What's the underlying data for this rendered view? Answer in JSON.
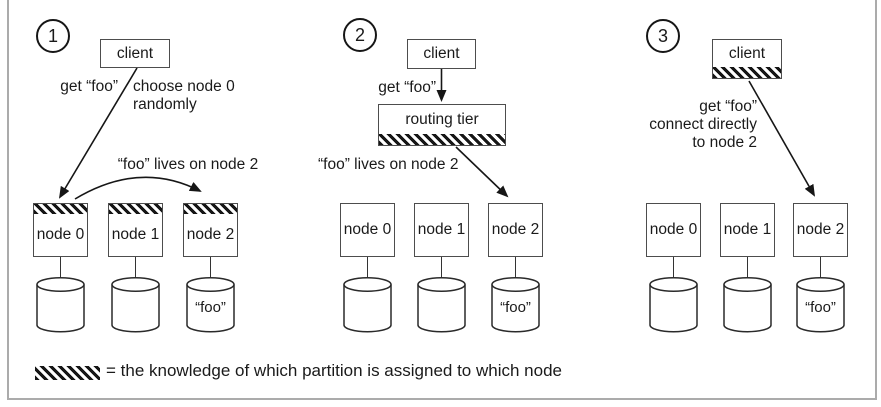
{
  "figure": {
    "legend": {
      "text": "= the knowledge of which partition is assigned to which node"
    },
    "colors": {
      "ink": "#1a1a1a",
      "box_border": "#4d4d4d",
      "frame": "#ababab"
    },
    "panels": [
      {
        "number": "1",
        "client": {
          "label": "client",
          "hatched": false
        },
        "labels": {
          "request": "get “foo”",
          "note1": "choose node 0",
          "note2": "randomly",
          "location": "“foo” lives on node 2"
        },
        "nodes": [
          {
            "label": "node 0",
            "hatched": true,
            "db": ""
          },
          {
            "label": "node 1",
            "hatched": true,
            "db": ""
          },
          {
            "label": "node 2",
            "hatched": true,
            "db": "“foo”"
          }
        ]
      },
      {
        "number": "2",
        "client": {
          "label": "client",
          "hatched": false
        },
        "router": {
          "label": "routing tier",
          "hatched": true
        },
        "labels": {
          "request": "get “foo”",
          "location": "“foo” lives on node 2"
        },
        "nodes": [
          {
            "label": "node 0",
            "hatched": false,
            "db": ""
          },
          {
            "label": "node 1",
            "hatched": false,
            "db": ""
          },
          {
            "label": "node 2",
            "hatched": false,
            "db": "“foo”"
          }
        ]
      },
      {
        "number": "3",
        "client": {
          "label": "client",
          "hatched": true
        },
        "labels": {
          "request": "get “foo”",
          "note1": "connect directly",
          "note2": "to node 2"
        },
        "nodes": [
          {
            "label": "node 0",
            "hatched": false,
            "db": ""
          },
          {
            "label": "node 1",
            "hatched": false,
            "db": ""
          },
          {
            "label": "node 2",
            "hatched": false,
            "db": "“foo”"
          }
        ]
      }
    ]
  }
}
